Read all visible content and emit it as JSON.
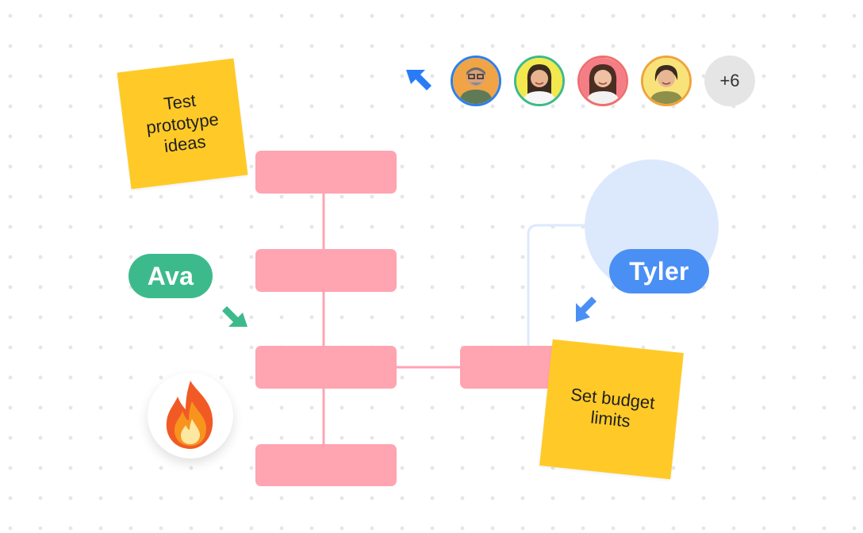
{
  "board": {
    "sticky_notes": [
      {
        "text": "Test prototype ideas"
      },
      {
        "text": "Set budget limits"
      }
    ],
    "collaborator_labels": {
      "ava": "Ava",
      "tyler": "Tyler"
    },
    "collaborators_overflow": "+6",
    "reaction_icon": "fire-icon",
    "colors": {
      "sticky": "#ffca28",
      "flow_box": "#ffa4b1",
      "ava": "#3dba8c",
      "tyler": "#4a8ff4",
      "cursor_blue": "#2a7cf6",
      "circle": "#dce9fd"
    }
  }
}
